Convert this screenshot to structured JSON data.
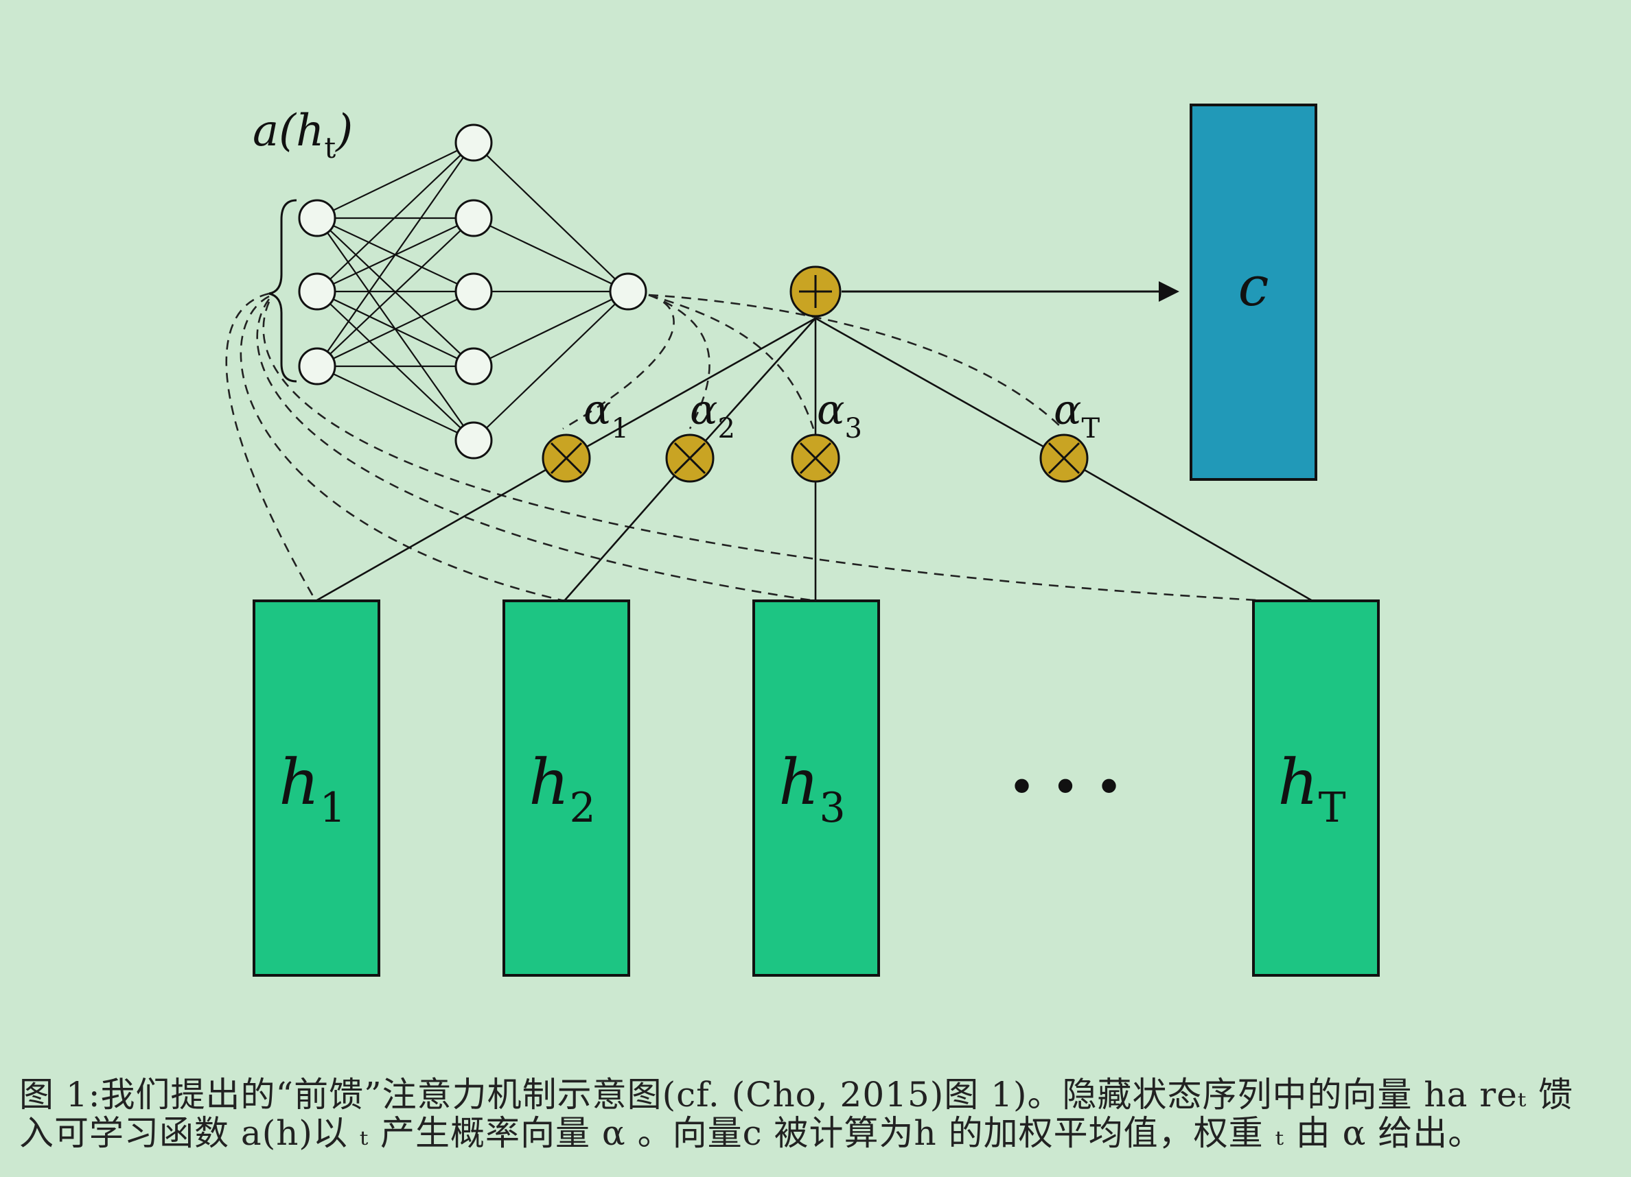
{
  "diagram": {
    "title_label": {
      "main": "a(h",
      "sub": "t",
      "close": ")"
    },
    "context": {
      "label": "c",
      "color": "#2199b8"
    },
    "hidden_states": [
      {
        "main": "h",
        "sub": "1"
      },
      {
        "main": "h",
        "sub": "2"
      },
      {
        "main": "h",
        "sub": "3"
      },
      {
        "main": "h",
        "sub": "T"
      }
    ],
    "hidden_color": "#1dc583",
    "ellipsis": "• • •",
    "alphas": [
      {
        "main": "α",
        "sub": "1"
      },
      {
        "main": "α",
        "sub": "2"
      },
      {
        "main": "α",
        "sub": "3"
      },
      {
        "main": "α",
        "sub": "T"
      }
    ],
    "operator_color": "#c9a423",
    "background": "#cce8d0"
  },
  "caption": {
    "line1": "图 1:我们提出的“前馈”注意力机制示意图(cf. (Cho, 2015)图 1)。隐藏状态序列中的向量 ha reₜ 馈",
    "line2": "入可学习函数 a(h)以 ₜ 产生概率向量 α 。向量c 被计算为h 的加权平均值，权重 ₜ 由 α 给出。"
  }
}
